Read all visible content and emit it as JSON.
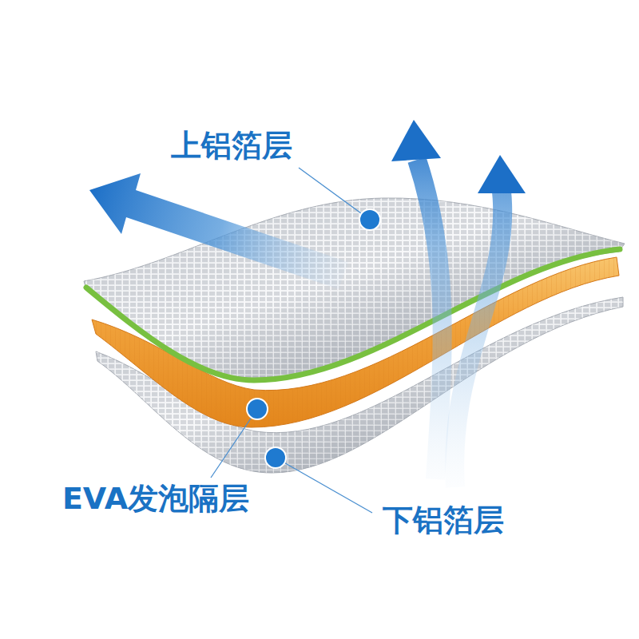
{
  "diagram": {
    "labels": [
      "上铝箔层",
      "EVA发泡隔层",
      "下铝箔层"
    ]
  }
}
